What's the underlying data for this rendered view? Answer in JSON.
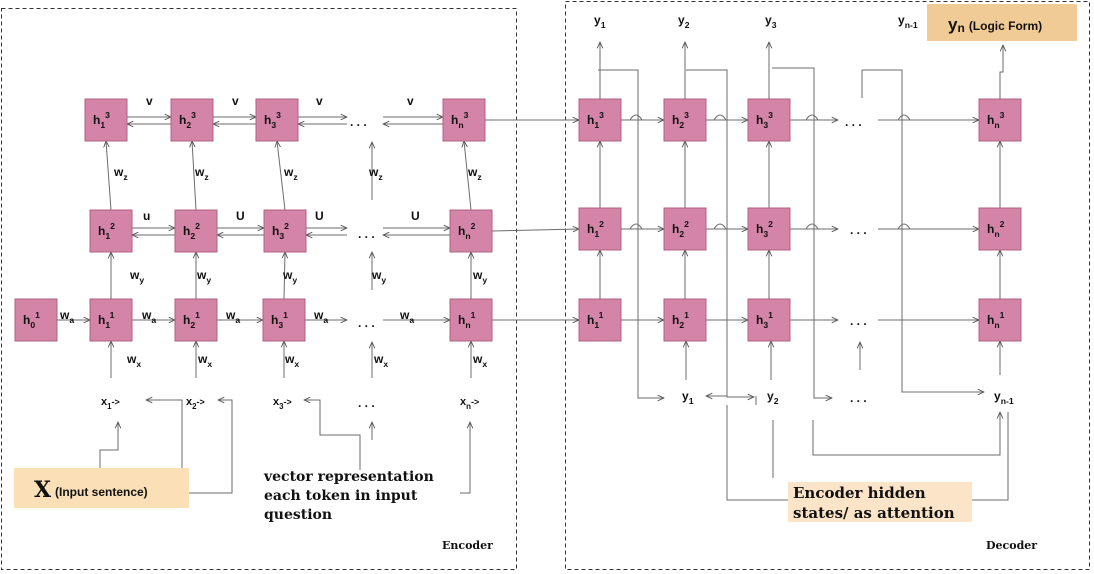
{
  "encoder": {
    "section_label": "Encoder",
    "h0": {
      "base": "h",
      "sub": "0",
      "sup": "1"
    },
    "layer3": [
      {
        "base": "h",
        "sub": "1",
        "sup": "3"
      },
      {
        "base": "h",
        "sub": "2",
        "sup": "3"
      },
      {
        "base": "h",
        "sub": "3",
        "sup": "3"
      },
      {
        "base": "h",
        "sub": "n",
        "sup": "3"
      }
    ],
    "layer2": [
      {
        "base": "h",
        "sub": "1",
        "sup": "2"
      },
      {
        "base": "h",
        "sub": "2",
        "sup": "2"
      },
      {
        "base": "h",
        "sub": "3",
        "sup": "2"
      },
      {
        "base": "h",
        "sub": "n",
        "sup": "2"
      }
    ],
    "layer1": [
      {
        "base": "h",
        "sub": "1",
        "sup": "1"
      },
      {
        "base": "h",
        "sub": "2",
        "sup": "1"
      },
      {
        "base": "h",
        "sub": "3",
        "sup": "1"
      },
      {
        "base": "h",
        "sub": "n",
        "sup": "1"
      }
    ],
    "ellipsis": ". . .",
    "weights_top": [
      "v",
      "v",
      "v",
      "v"
    ],
    "weights_mid": [
      "u",
      "U",
      "U",
      "U"
    ],
    "weights_low": [
      {
        "base": "w",
        "sub": "a"
      },
      {
        "base": "w",
        "sub": "a"
      },
      {
        "base": "w",
        "sub": "a"
      },
      {
        "base": "w",
        "sub": "a"
      },
      {
        "base": "w",
        "sub": "a"
      }
    ],
    "wz": [
      {
        "base": "w",
        "sub": "z"
      },
      {
        "base": "w",
        "sub": "z"
      },
      {
        "base": "w",
        "sub": "z"
      },
      {
        "base": "w",
        "sub": "z"
      },
      {
        "base": "w",
        "sub": "z"
      }
    ],
    "wy": [
      {
        "base": "w",
        "sub": "y"
      },
      {
        "base": "w",
        "sub": "y"
      },
      {
        "base": "w",
        "sub": "y"
      },
      {
        "base": "w",
        "sub": "y"
      },
      {
        "base": "w",
        "sub": "y"
      }
    ],
    "wx": [
      {
        "base": "w",
        "sub": "x"
      },
      {
        "base": "w",
        "sub": "x"
      },
      {
        "base": "w",
        "sub": "x"
      },
      {
        "base": "w",
        "sub": "x"
      },
      {
        "base": "w",
        "sub": "x"
      }
    ],
    "inputs": [
      {
        "base": "x",
        "sub": "1",
        "tail": "->"
      },
      {
        "base": "x",
        "sub": "2",
        "tail": "->"
      },
      {
        "base": "x",
        "sub": "3",
        "tail": "->"
      },
      {
        "base": "x",
        "sub": "n",
        "tail": "->"
      }
    ],
    "input_box": {
      "big": "X",
      "small": "(Input sentence)"
    },
    "vector_note": [
      "vector representation",
      "each token in input",
      "question"
    ]
  },
  "decoder": {
    "section_label": "Decoder",
    "layer3": [
      {
        "base": "h",
        "sub": "1",
        "sup": "3"
      },
      {
        "base": "h",
        "sub": "2",
        "sup": "3"
      },
      {
        "base": "h",
        "sub": "3",
        "sup": "3"
      },
      {
        "base": "h",
        "sub": "n",
        "sup": "3"
      }
    ],
    "layer2": [
      {
        "base": "h",
        "sub": "1",
        "sup": "2"
      },
      {
        "base": "h",
        "sub": "2",
        "sup": "2"
      },
      {
        "base": "h",
        "sub": "3",
        "sup": "2"
      },
      {
        "base": "h",
        "sub": "n",
        "sup": "2"
      }
    ],
    "layer1": [
      {
        "base": "h",
        "sub": "1",
        "sup": "1"
      },
      {
        "base": "h",
        "sub": "2",
        "sup": "1"
      },
      {
        "base": "h",
        "sub": "3",
        "sup": "1"
      },
      {
        "base": "h",
        "sub": "n",
        "sup": "1"
      }
    ],
    "ellipsis": ". . .",
    "outputs_top": [
      {
        "base": "y",
        "sub": "1"
      },
      {
        "base": "y",
        "sub": "2"
      },
      {
        "base": "y",
        "sub": "3"
      },
      {
        "base": "y",
        "sub": "n-1"
      }
    ],
    "output_final": {
      "base": "y",
      "sub": "n",
      "note": "(Logic Form)"
    },
    "inputs_bottom": [
      {
        "base": "y",
        "sub": "1"
      },
      {
        "base": "y",
        "sub": "2"
      },
      {
        "base": "y",
        "sub": "n-1"
      }
    ],
    "attention_note": [
      "Encoder hidden",
      "states/ as attention"
    ]
  },
  "colors": {
    "node_fill": "#d484a6",
    "highlight": "#fbdfb7",
    "edge": "#6b6b6b"
  }
}
